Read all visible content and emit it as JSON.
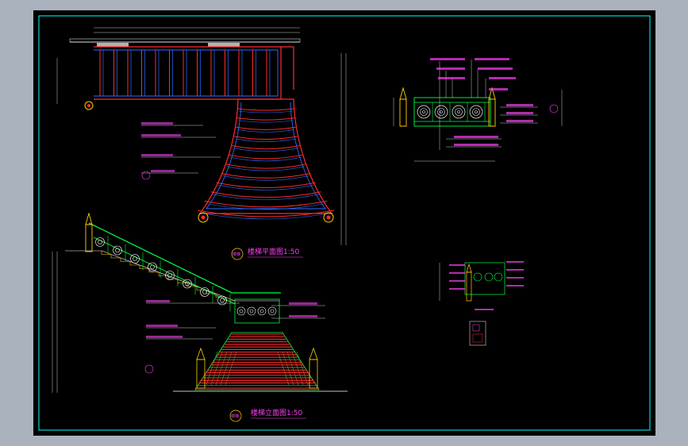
{
  "drawing": {
    "plan": {
      "title": "楼梯平面图1:50",
      "tag": "楼梯"
    },
    "elevation": {
      "title": "楼梯立面图1:50",
      "tag": "楼梯"
    }
  },
  "colors": {
    "background": "#000000",
    "frame": "#00ffff",
    "accent": "#ff3ff8",
    "tread": "#ff2a2a",
    "rail": "#2a6cff",
    "baluster": "#00ff44",
    "dim": "#ffffff",
    "ornament": "#ffd000"
  },
  "icons": {
    "post": "newel-post-icon",
    "scroll": "scroll-baluster-icon"
  }
}
